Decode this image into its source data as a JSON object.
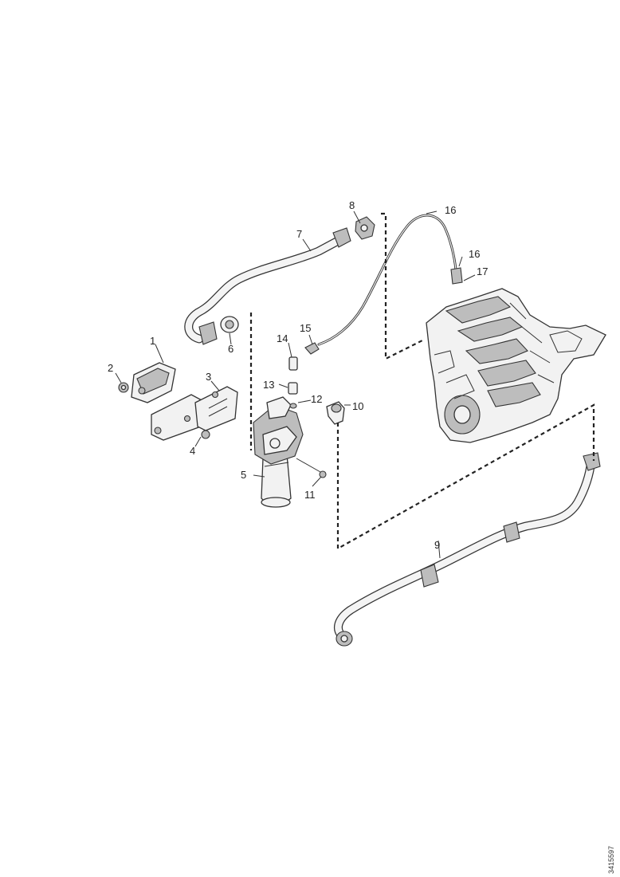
{
  "diagram": {
    "callouts": [
      {
        "id": "1",
        "text": "1"
      },
      {
        "id": "2",
        "text": "2"
      },
      {
        "id": "3",
        "text": "3"
      },
      {
        "id": "4",
        "text": "4"
      },
      {
        "id": "5",
        "text": "5"
      },
      {
        "id": "6",
        "text": "6"
      },
      {
        "id": "7",
        "text": "7"
      },
      {
        "id": "8",
        "text": "8"
      },
      {
        "id": "9",
        "text": "9"
      },
      {
        "id": "10",
        "text": "10"
      },
      {
        "id": "11",
        "text": "11"
      },
      {
        "id": "12",
        "text": "12"
      },
      {
        "id": "13",
        "text": "13"
      },
      {
        "id": "14",
        "text": "14"
      },
      {
        "id": "15",
        "text": "15"
      },
      {
        "id": "16a",
        "text": "16"
      },
      {
        "id": "16b",
        "text": "16"
      },
      {
        "id": "17",
        "text": "17"
      }
    ],
    "drawing_code": "3415597"
  }
}
